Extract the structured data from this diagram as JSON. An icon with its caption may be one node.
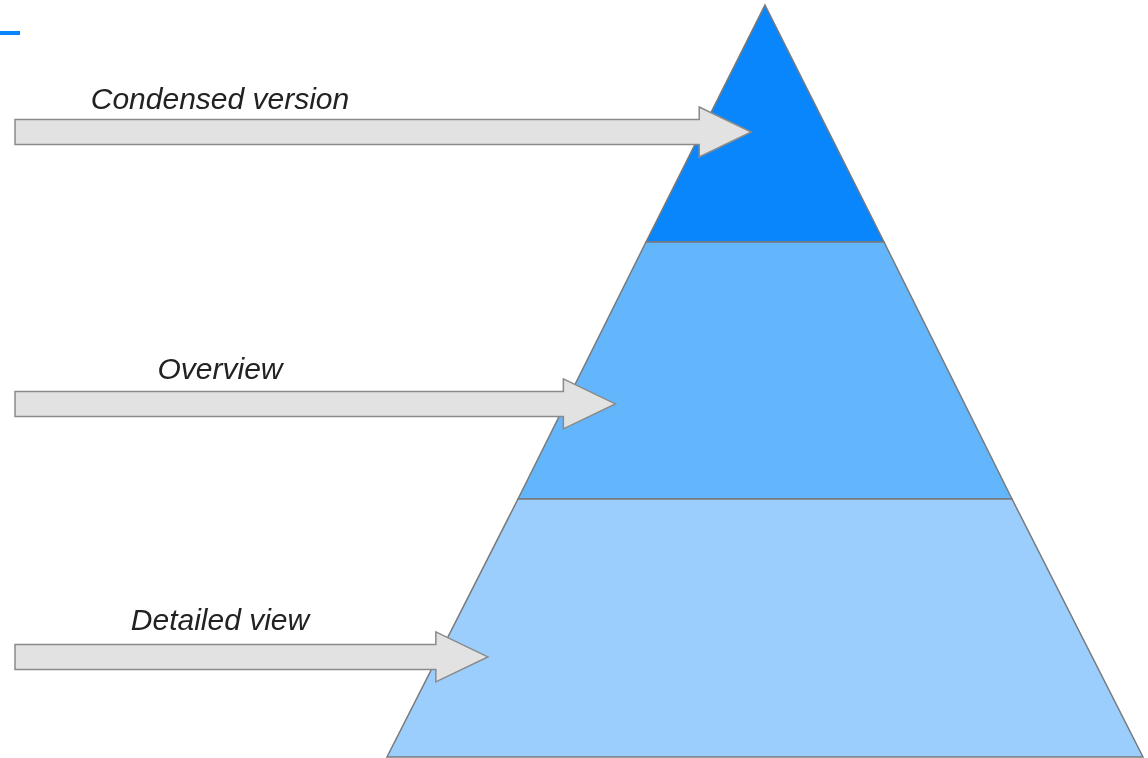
{
  "diagram": {
    "nodes": [
      {
        "text": [],
        "shape": "triangle"
      },
      {
        "text": [],
        "shape": "trapezoid"
      },
      {
        "text": [],
        "shape": "trapezoid"
      }
    ],
    "edges": [
      {
        "from": null,
        "to": 0,
        "arrow": "to",
        "label": "Condensed version"
      },
      {
        "from": null,
        "to": 1,
        "arrow": "to",
        "label": "Overview"
      },
      {
        "from": null,
        "to": 2,
        "arrow": "to",
        "label": "Detailed view"
      }
    ]
  }
}
